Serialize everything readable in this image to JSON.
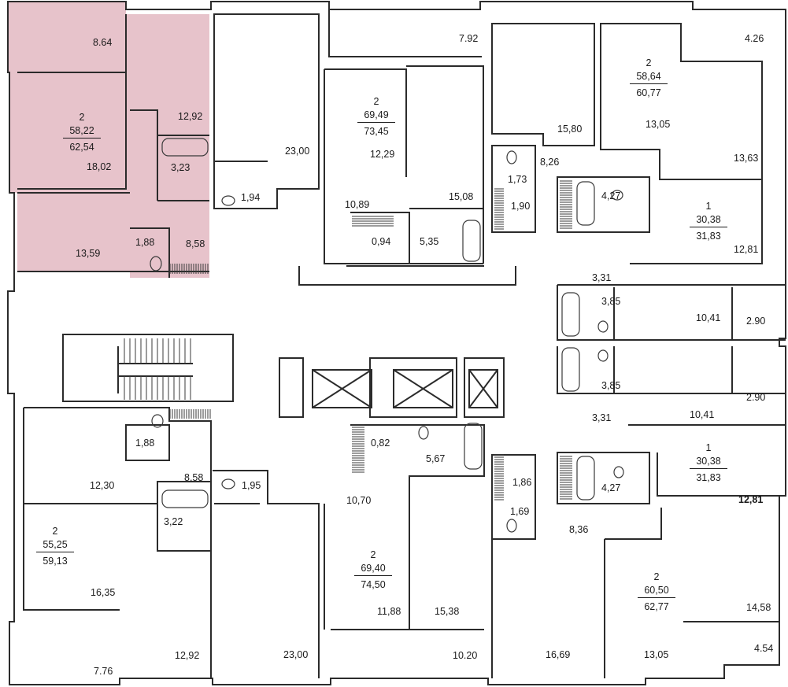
{
  "highlight_color": "#e7c3cb",
  "apartments": [
    {
      "id": "apt-a",
      "rooms": "2",
      "area": "58,22",
      "total": "62,54",
      "highlighted": true
    },
    {
      "id": "apt-b",
      "rooms": "2",
      "area": "69,49",
      "total": "73,45",
      "highlighted": false
    },
    {
      "id": "apt-c",
      "rooms": "2",
      "area": "58,64",
      "total": "60,77",
      "highlighted": false
    },
    {
      "id": "apt-d",
      "rooms": "1",
      "area": "30,38",
      "total": "31,83",
      "highlighted": false
    },
    {
      "id": "apt-e",
      "rooms": "1",
      "area": "30,38",
      "total": "31,83",
      "highlighted": false
    },
    {
      "id": "apt-f",
      "rooms": "2",
      "area": "55,25",
      "total": "59,13",
      "highlighted": false
    },
    {
      "id": "apt-g",
      "rooms": "2",
      "area": "69,40",
      "total": "74,50",
      "highlighted": false
    },
    {
      "id": "apt-h",
      "rooms": "2",
      "area": "60,50",
      "total": "62,77",
      "highlighted": false
    }
  ],
  "room_areas": {
    "r01": "8.64",
    "r02": "12,92",
    "r03": "18,02",
    "r04": "3,23",
    "r05": "13,59",
    "r06": "1,88",
    "r07": "8,58",
    "r08": "23,00",
    "r09": "1,94",
    "r10": "7.92",
    "r11": "12,29",
    "r12": "10,89",
    "r13": "15,08",
    "r14": "0,94",
    "r15": "5,35",
    "r16": "15,80",
    "r17": "8,26",
    "r18": "1,73",
    "r19": "1,90",
    "r20": "4.26",
    "r21": "13,05",
    "r22": "13,63",
    "r23": "4,27",
    "r24": "12,81",
    "r25": "3,31",
    "r26": "3,85",
    "r27": "10,41",
    "r28": "2.90",
    "r29": "3,85",
    "r30": "3,31",
    "r31": "10,41",
    "r32": "2.90",
    "r33": "1,88",
    "r34": "12,30",
    "r35": "8,58",
    "r36": "3,22",
    "r37": "16,35",
    "r38": "7.76",
    "r39": "12,92",
    "r40": "1,95",
    "r41": "23,00",
    "r42": "0,82",
    "r43": "5,67",
    "r44": "10,70",
    "r45": "11,88",
    "r46": "15,38",
    "r47": "10.20",
    "r48": "1,86",
    "r49": "1,69",
    "r50": "8,36",
    "r51": "4,27",
    "r52": "12,81",
    "r53": "16,69",
    "r54": "13,05",
    "r55": "14,58",
    "r56": "4.54"
  }
}
